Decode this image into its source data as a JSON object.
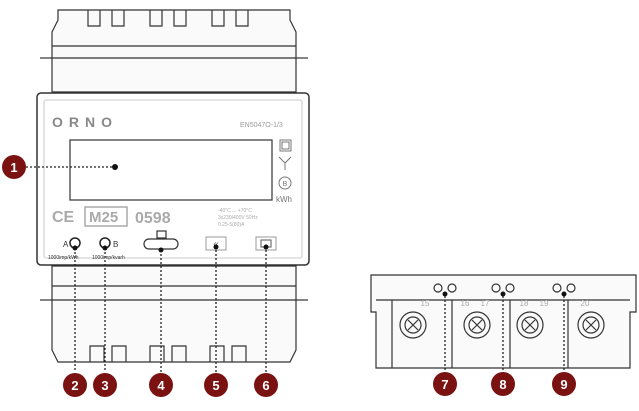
{
  "meter": {
    "brand": "ORNO",
    "model_code": "EN5047O-1/3",
    "ce_mark": "CE",
    "metrology_mark": "M25",
    "notified_body": "0598",
    "specs": [
      "-40°C ... +70°C",
      "3x230/400V 50Hz",
      "0.25-5(80)A"
    ],
    "led_a_label": "A",
    "led_b_label": "B",
    "led_a_rate": "1000imp/kWh",
    "led_b_rate": "1000imp/kvarh",
    "unit_label": "kWh"
  },
  "terminals": {
    "numbers": [
      "15",
      "16",
      "17",
      "18",
      "19",
      "20"
    ]
  },
  "callouts": {
    "color": "#7a1212",
    "labels": [
      "1",
      "2",
      "3",
      "4",
      "5",
      "6",
      "7",
      "8",
      "9"
    ]
  }
}
